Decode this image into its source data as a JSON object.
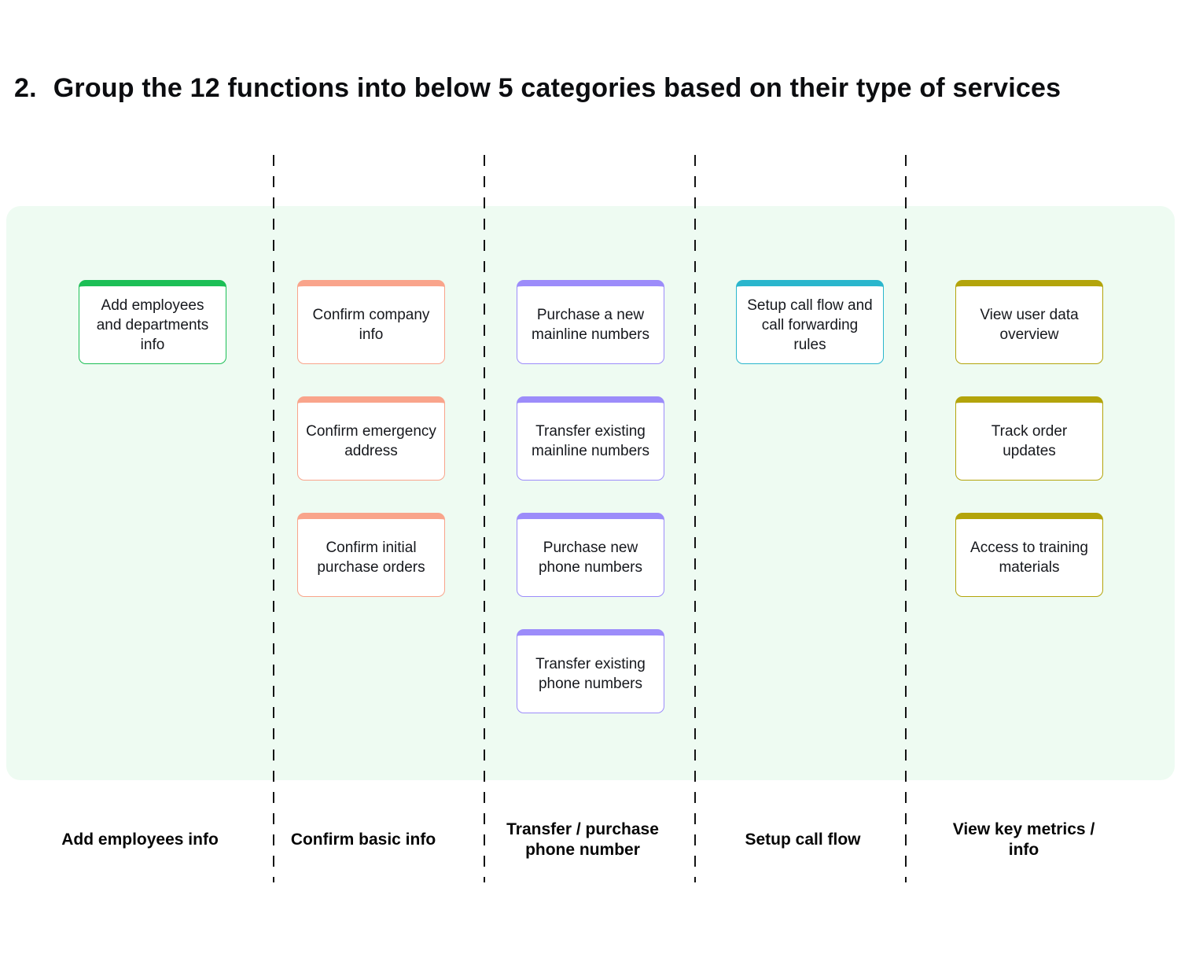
{
  "title": {
    "number": "2.",
    "text": "Group the 12 functions into below 5 categories based on their type of services"
  },
  "board": {
    "panel_background": "#eefbf2",
    "divider_color": "#131313",
    "card_background": "#ffffff"
  },
  "columns": [
    {
      "category": "Add employees info",
      "accent": "#1cbf56",
      "cards": [
        {
          "label": "Add employees and departments info"
        }
      ]
    },
    {
      "category": "Confirm basic info",
      "accent": "#f9a48b",
      "cards": [
        {
          "label": "Confirm company info"
        },
        {
          "label": "Confirm emergency address"
        },
        {
          "label": "Confirm initial purchase orders"
        }
      ]
    },
    {
      "category": "Transfer / purchase phone number",
      "accent": "#9c8cfa",
      "cards": [
        {
          "label": "Purchase a new mainline numbers"
        },
        {
          "label": "Transfer existing mainline numbers"
        },
        {
          "label": "Purchase new phone numbers"
        },
        {
          "label": "Transfer existing phone numbers"
        }
      ]
    },
    {
      "category": "Setup call flow",
      "accent": "#2ab6cd",
      "cards": [
        {
          "label": "Setup call flow and call forwarding rules"
        }
      ]
    },
    {
      "category": "View key metrics / info",
      "accent": "#b3a40b",
      "cards": [
        {
          "label": "View user data overview"
        },
        {
          "label": "Track order updates"
        },
        {
          "label": "Access to training materials"
        }
      ]
    }
  ]
}
